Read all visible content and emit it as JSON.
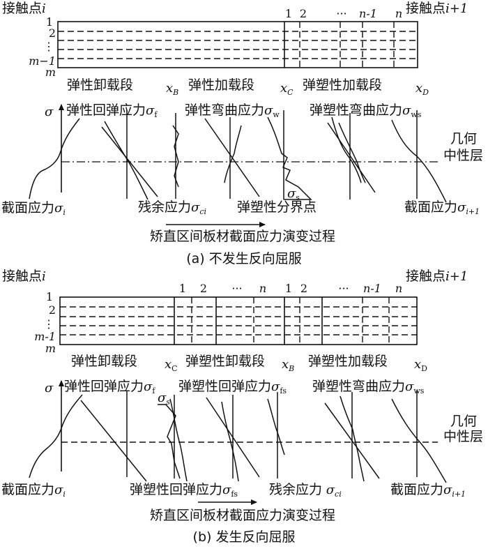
{
  "panel_a": {
    "contact_left": "接触点",
    "contact_left_var": "i",
    "contact_right": "接触点",
    "contact_right_var": "i+1",
    "rows": [
      "1",
      "2",
      "⋮",
      "m−1",
      "m"
    ],
    "cols": [
      "1",
      "2",
      "···",
      "n-1",
      "n"
    ],
    "segments": [
      "弹性卸载段",
      "弹性加载段",
      "弹塑性加载段"
    ],
    "points": [
      "x",
      "x",
      "x"
    ],
    "points_sub": [
      "B",
      "C",
      "D"
    ],
    "sigma": "σ",
    "stress_labels": [
      "弹性回弹应力",
      "弹性弯曲应力",
      "弹塑性弯曲应力"
    ],
    "stress_subs": [
      "f",
      "w",
      "ws"
    ],
    "neutral_layer": [
      "几何",
      "中性层"
    ],
    "sigma_s": "σ",
    "sigma_s_sub": "s",
    "section_left": "截面应力",
    "section_left_sub": "i",
    "residual": "残余应力",
    "residual_sub": "ci",
    "boundary": "弹塑性分界点",
    "section_right": "截面应力",
    "section_right_sub": "i+1",
    "evolution": "矫直区间板材截面应力演变过程",
    "caption": "(a) 不发生反向屈服"
  },
  "panel_b": {
    "contact_left": "接触点",
    "contact_left_var": "i",
    "contact_right": "接触点",
    "contact_right_var": "i+1",
    "rows": [
      "1",
      "2",
      "⋮",
      "m-1",
      "m"
    ],
    "cols": [
      "1",
      "2",
      "···",
      "n",
      "1",
      "2",
      "···",
      "n-1",
      "n"
    ],
    "segments": [
      "弹性卸载段",
      "弹塑性卸载段",
      "弹塑性加载段"
    ],
    "points": [
      "x",
      "x",
      "x"
    ],
    "points_sub": [
      "C",
      "B",
      "D"
    ],
    "sigma": "σ",
    "stress_labels": [
      "弹性回弹应力",
      "弹塑性回弹应力",
      "弹塑性弯曲应力"
    ],
    "stress_subs": [
      "f",
      "fs",
      "ws"
    ],
    "sigma_s": "σ",
    "sigma_s_sub": "s",
    "neutral_layer": [
      "几何",
      "中性层"
    ],
    "section_left": "截面应力",
    "section_left_sub": "i",
    "ep_springback": "弹塑性回弹应力",
    "ep_springback_sub": "fs",
    "residual": "残余应力",
    "residual_sub": "ci",
    "section_right": "截面应力",
    "section_right_sub": "i+1",
    "evolution": "矫直区间板材截面应力演变过程",
    "caption": "(b) 发生反向屈服"
  }
}
